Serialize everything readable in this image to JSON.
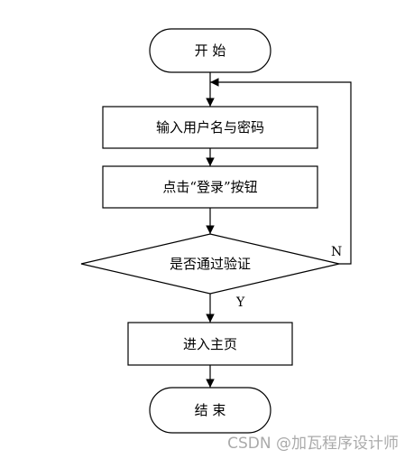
{
  "flowchart": {
    "start_label": "开 始",
    "step1_label": "输入用户名与密码",
    "step2_label": "点击“登录”按钮",
    "decision_label": "是否通过验证",
    "step3_label": "进入主页",
    "end_label": "结 束",
    "no_label": "N",
    "yes_label": "Y"
  },
  "watermark": "CSDN @加瓦程序设计师"
}
